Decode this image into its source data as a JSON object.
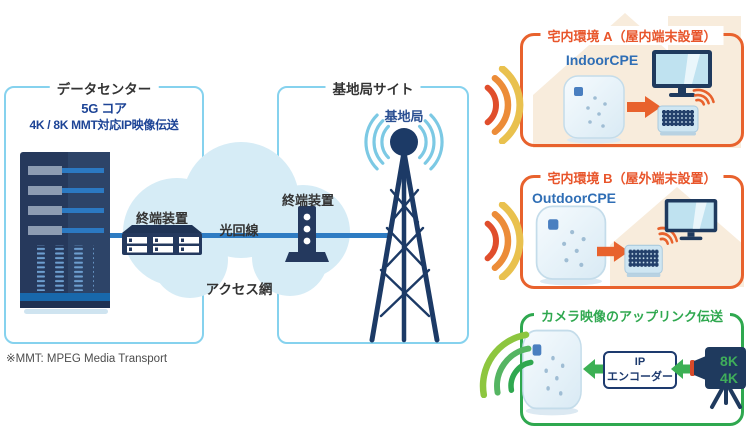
{
  "diagram": {
    "datacenter": {
      "title": "データセンター",
      "core_line1": "5G コア",
      "core_line2": "4K / 8K MMT対応IP映像伝送",
      "terminal": "終端装置"
    },
    "network": {
      "optical": "光回線",
      "access": "アクセス網",
      "terminal": "終端装置"
    },
    "basestation": {
      "title": "基地局サイト",
      "antenna": "基地局"
    },
    "houseA": {
      "title": "宅内環境 A（屋内端末設置）",
      "cpe": "IndoorCPE"
    },
    "houseB": {
      "title": "宅内環境 B（屋外端末設置）",
      "cpe": "OutdoorCPE"
    },
    "uplink": {
      "title": "カメラ映像のアップリンク伝送",
      "encoder_line1": "IP",
      "encoder_line2": "エンコーダー",
      "res_top": "8K",
      "res_bottom": "4K"
    },
    "footnote": "※MMT: MPEG Media Transport"
  },
  "colors": {
    "panel_border_blue": "#86d2ee",
    "navy_device": "#233c63",
    "fiber_blue": "#2e7cc3",
    "core_text_blue": "#1d4496",
    "cpe_text_blue": "#2f6eb5",
    "orange": "#e8622d",
    "wave_red": "#e04e2c",
    "wave_orange": "#ec8c38",
    "wave_yellow": "#e9c14e",
    "green": "#2fa84f",
    "green_light": "#8dc63f",
    "house_beige": "#f8ecdc",
    "cloud_blue": "#d6ecf6",
    "screen_blue": "#bfe2f0"
  }
}
